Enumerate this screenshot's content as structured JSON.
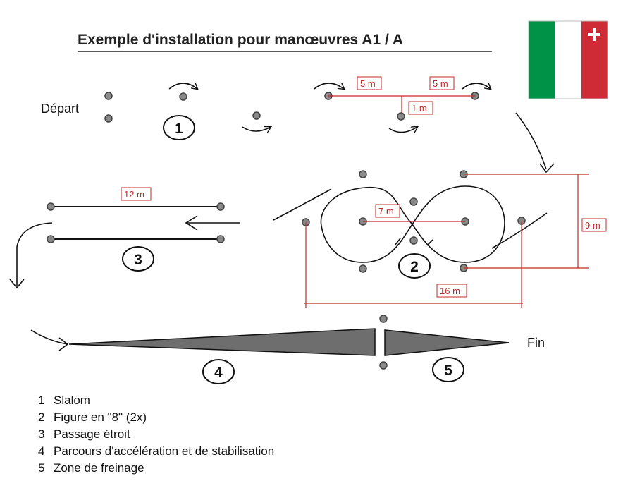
{
  "title": "Exemple d'installation pour manœuvres A1 / A",
  "labels": {
    "start": "Départ",
    "end": "Fin"
  },
  "station_numbers": {
    "one": "1",
    "two": "2",
    "three": "3",
    "four": "4",
    "five": "5"
  },
  "dimensions": {
    "slalom_left": "5 m",
    "slalom_right": "5 m",
    "slalom_offset": "1 m",
    "narrow_length": "12 m",
    "eight_inner": "7 m",
    "eight_height": "9 m",
    "eight_width": "16 m"
  },
  "legend": [
    {
      "num": "1",
      "text": "Slalom"
    },
    {
      "num": "2",
      "text": "Figure en \"8\" (2x)"
    },
    {
      "num": "3",
      "text": "Passage étroit"
    },
    {
      "num": "4",
      "text": "Parcours d'accélération et de stabilisation"
    },
    {
      "num": "5",
      "text": "Zone de freinage"
    }
  ],
  "colors": {
    "flag_green": "#009246",
    "flag_white": "#ffffff",
    "flag_red": "#ce2b37",
    "dimension_red": "#c62828"
  }
}
